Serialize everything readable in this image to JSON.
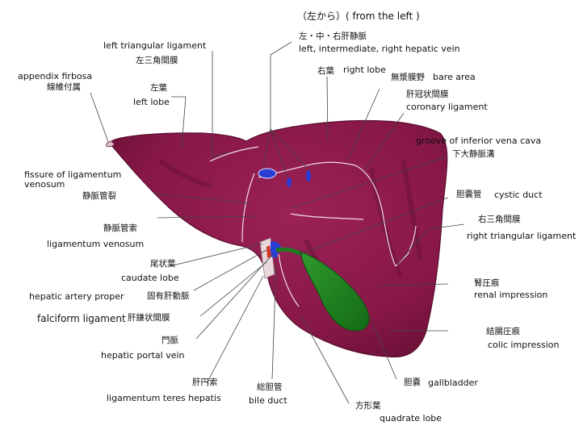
{
  "header": {
    "view_note": "（左から）( from the left )"
  },
  "colors": {
    "liver": "#8e1a4c",
    "liver_shadow": "#6a1036",
    "liver_edge": "#5a0c2e",
    "gallbladder": "#1f7a20",
    "portal_vein": "#2a3ed6",
    "artery": "#d23a24",
    "ligament": "#e8d8dc",
    "boundary_lines": "#f1dbe3",
    "leader_lines": "#444444"
  },
  "labels": {
    "left_triangular_ligament": {
      "en": "left triangular ligament",
      "ja": "左三角間膜"
    },
    "appendix_fibrosa": {
      "en": "appendix firbosa",
      "ja": "線維付属"
    },
    "left_lobe": {
      "ja": "左葉",
      "en": "left lobe"
    },
    "hepatic_veins": {
      "ja": "左・中・右肝静脈",
      "en": "left, intermediate, right hepatic vein"
    },
    "right_lobe": {
      "ja": "右葉",
      "en": "right lobe"
    },
    "bare_area": {
      "ja": "無漿膜野",
      "en": "bare area"
    },
    "coronary_ligament": {
      "ja": "肝冠状間膜",
      "en": "coronary ligament"
    },
    "groove_ivc": {
      "en": "groove of inferior vena cava",
      "ja": "下大静脈溝"
    },
    "fissure_lig_venosum": {
      "en": "fissure of ligamentum venosum",
      "ja": "静脈管裂"
    },
    "ligamentum_venosum": {
      "ja": "静脈管索",
      "en": "ligamentum venosum"
    },
    "cystic_duct": {
      "ja": "胆嚢管",
      "en": "cystic duct"
    },
    "right_triangular_ligament": {
      "ja": "右三角間膜",
      "en": "right triangular ligament"
    },
    "caudate_lobe": {
      "ja": "尾状葉",
      "en": "caudate lobe"
    },
    "hepatic_artery_proper": {
      "en": "hepatic artery proper",
      "ja": "固有肝動脈"
    },
    "renal_impression": {
      "ja": "腎圧痕",
      "en": "renal impression"
    },
    "falciform_ligament": {
      "en": "falciform ligament",
      "ja": "肝鎌状間膜"
    },
    "portal_vein": {
      "ja": "門脈",
      "en": "hepatic portal vein"
    },
    "colic_impression": {
      "ja": "結腸圧痕",
      "en": "colic impression"
    },
    "ligamentum_teres": {
      "ja": "肝円索",
      "en": "ligamentum teres hepatis"
    },
    "bile_duct": {
      "ja": "総胆管",
      "en": "bile duct"
    },
    "gallbladder": {
      "ja": "胆嚢",
      "en": "gallbladder"
    },
    "quadrate_lobe": {
      "ja": "方形葉",
      "en": "quadrate lobe"
    }
  }
}
